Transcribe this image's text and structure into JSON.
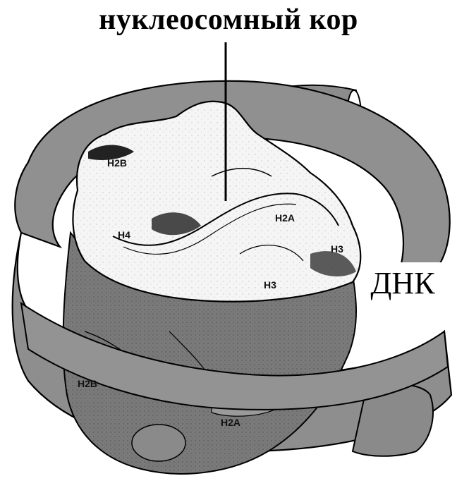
{
  "title": "нуклеосомный кор",
  "dna_label": "ДНК",
  "histones": {
    "h2b_top": "H2B",
    "h4": "H4",
    "h2a_top": "H2A",
    "h3_top": "H3",
    "h3_bottom": "H3",
    "h2b_bottom": "H2B",
    "h2a_bottom": "H2A"
  },
  "colors": {
    "dna_fill": "#909090",
    "core_fill": "#f4f4f4",
    "lower_core": "#7a7a7a",
    "outline": "#000000"
  }
}
